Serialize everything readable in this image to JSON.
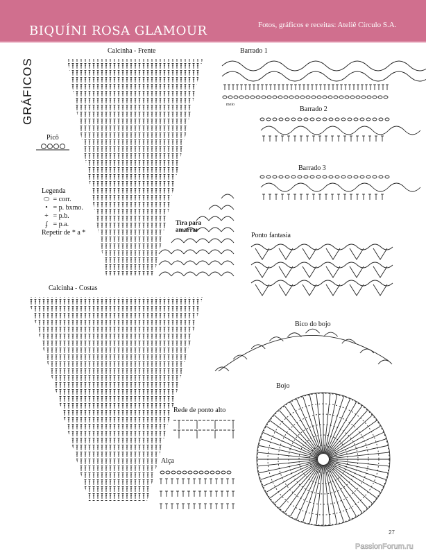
{
  "header": {
    "title": "BIQUÍNI ROSA GLAMOUR",
    "credit": "Fotos, gráficos e receitas: Ateliê Círculo S.A."
  },
  "section_title": "GRÁFICOS",
  "charts": {
    "calcinha_frente": "Calcinha - Frente",
    "calcinha_costas": "Calcinha - Costas",
    "pico": "Picô",
    "barrado1": "Barrado 1",
    "meio": "meio",
    "barrado2": "Barrado 2",
    "barrado3": "Barrado 3",
    "ponto_fantasia": "Ponto fantasia",
    "tira_line1": "Tira para",
    "tira_line2": "amarrar",
    "bico_bojo": "Bico do bojo",
    "bojo": "Bojo",
    "rede": "Rede de ponto alto",
    "alca": "Alça"
  },
  "legend": {
    "title": "Legenda",
    "items": [
      {
        "symbol": "⬭",
        "text": "= corr."
      },
      {
        "symbol": "•",
        "text": "= p. bxmo."
      },
      {
        "symbol": "+",
        "text": "= p.b."
      },
      {
        "symbol": "ʄ",
        "text": "= p.a."
      }
    ],
    "repeat": "Repetir de * a *"
  },
  "footer": {
    "page": "27",
    "watermark": "PassionForum.ru"
  }
}
